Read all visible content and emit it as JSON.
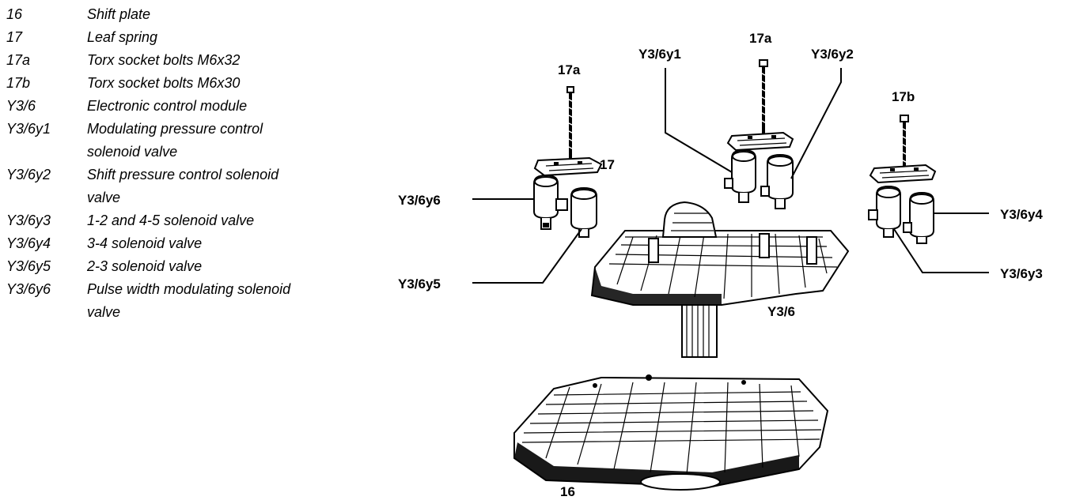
{
  "legend": [
    {
      "code": "16",
      "desc": "Shift plate",
      "desc2": ""
    },
    {
      "code": "17",
      "desc": "Leaf spring",
      "desc2": ""
    },
    {
      "code": "17a",
      "desc": "Torx socket bolts M6x32",
      "desc2": ""
    },
    {
      "code": "17b",
      "desc": "Torx socket bolts M6x30",
      "desc2": ""
    },
    {
      "code": "Y3/6",
      "desc": "Electronic control module",
      "desc2": ""
    },
    {
      "code": "Y3/6y1",
      "desc": "Modulating pressure control",
      "desc2": "solenoid valve"
    },
    {
      "code": "Y3/6y2",
      "desc": "Shift pressure control solenoid",
      "desc2": "valve"
    },
    {
      "code": "Y3/6y3",
      "desc": "1-2 and 4-5 solenoid valve",
      "desc2": ""
    },
    {
      "code": "Y3/6y4",
      "desc": "3-4 solenoid valve",
      "desc2": ""
    },
    {
      "code": "Y3/6y5",
      "desc": "2-3 solenoid valve",
      "desc2": ""
    },
    {
      "code": "Y3/6y6",
      "desc": "Pulse width modulating solenoid",
      "desc2": "valve"
    }
  ],
  "callouts": {
    "bolt_17a_left": "17a",
    "bolt_17a_top": "17a",
    "bolt_17b": "17b",
    "spring_17": "17",
    "y1": "Y3/6y1",
    "y2": "Y3/6y2",
    "y3": "Y3/6y3",
    "y4": "Y3/6y4",
    "y5": "Y3/6y5",
    "y6": "Y3/6y6",
    "module": "Y3/6",
    "plate": "16"
  }
}
